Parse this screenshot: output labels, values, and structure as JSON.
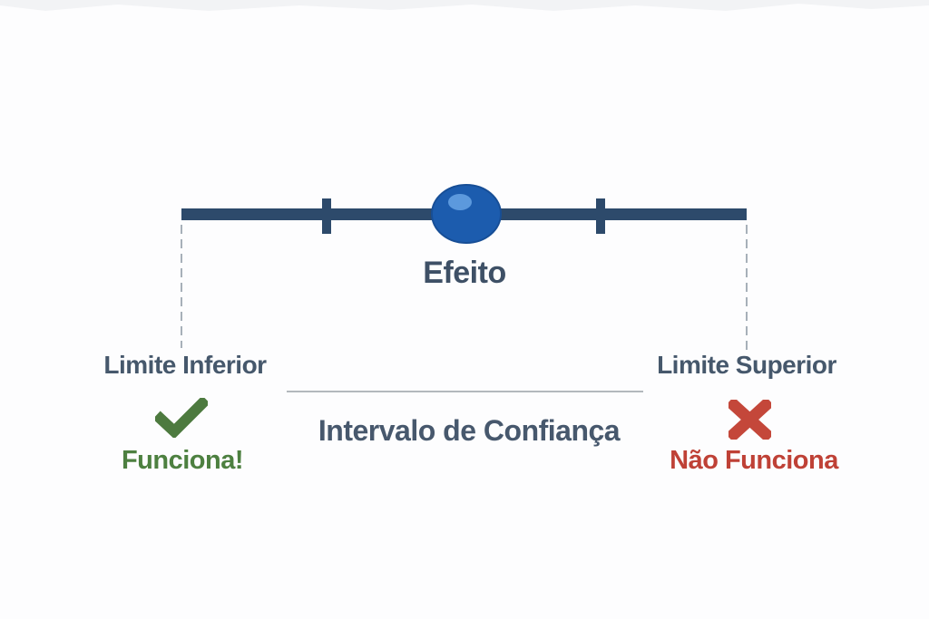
{
  "diagram": {
    "title": "Intervalo de Confiança",
    "effect_label": "Efeito",
    "lower_limit_label": "Limite Inferior",
    "upper_limit_label": "Limite Superior",
    "works_label": "Funciona!",
    "not_works_label": "Não Funciona"
  },
  "icons": {
    "works": "check-icon",
    "not_works": "x-icon",
    "effect_point": "circle-marker-icon"
  },
  "colors": {
    "interval_line_navy": "#2d4a6b",
    "effect_ball_blue": "#1c5cae",
    "effect_ball_highlight": "#5c99dd",
    "dash_gray": "#a7b0b9",
    "separator_gray": "#b3b8bd",
    "label_slate": "#46586c",
    "effect_text": "#3e5066",
    "interval_text": "#47586d",
    "works_green": "#4d8040",
    "check_green": "#4d7a3f",
    "not_works_red": "#bf4136",
    "x_red": "#c4473a",
    "background": "#fdfdfe"
  }
}
